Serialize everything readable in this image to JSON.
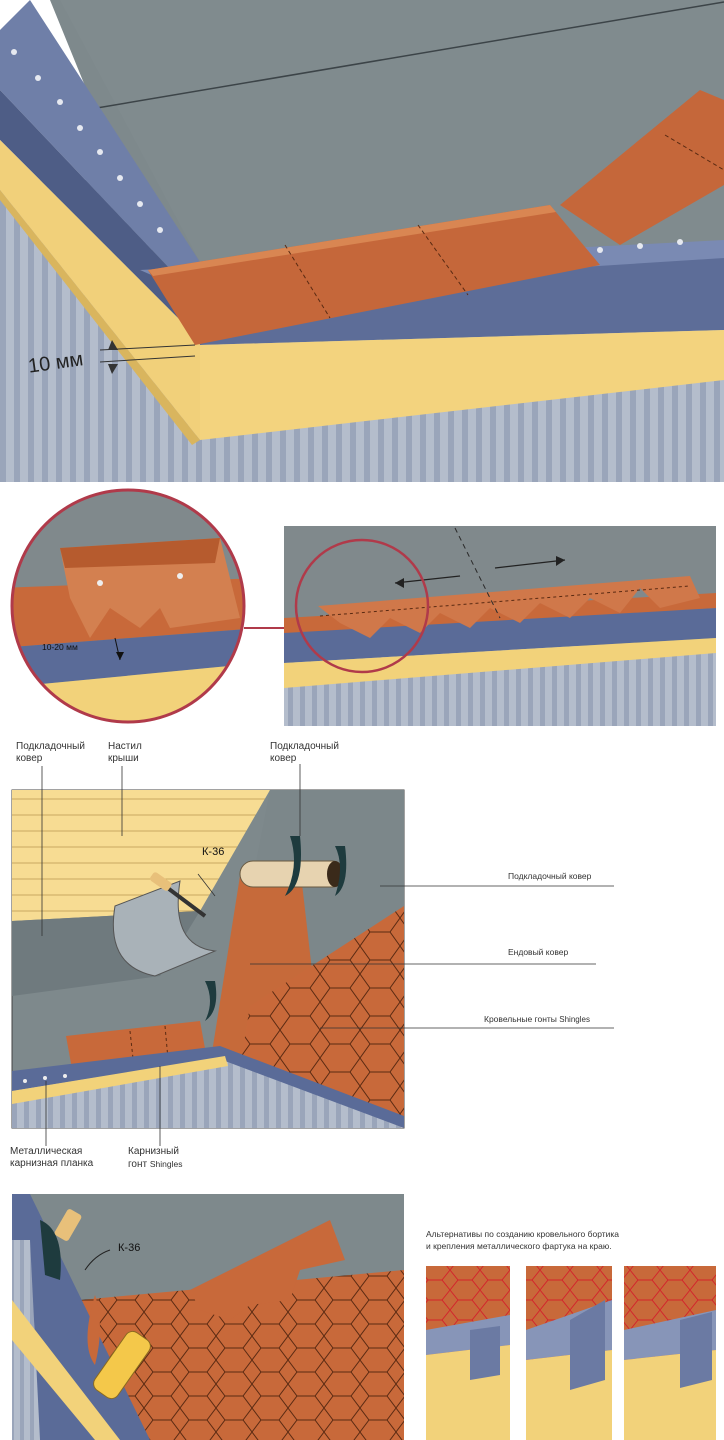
{
  "panel1": {
    "dimension_label": "10 мм"
  },
  "panel2": {
    "dimension_label": "10-20 мм"
  },
  "panel3": {
    "labels": {
      "underlay_top_left_1": "Подкладочный",
      "underlay_top_left_2": "ковер",
      "deck_1": "Настил",
      "deck_2": "крыши",
      "underlay_top_right_1": "Подкладочный",
      "underlay_top_right_2": "ковер",
      "tool_code": "К-36",
      "right_underlay": "Подкладочный ковер",
      "right_valley": "Ендовый ковер",
      "right_shingles": "Кровельные гонты",
      "right_shingles_en": "Shingles",
      "metal_strip_1": "Металлическая",
      "metal_strip_2": "карнизная планка",
      "eave_shingle_1": "Карнизный",
      "eave_shingle_2": "гонт",
      "eave_shingle_en": "Shingles"
    }
  },
  "panel4": {
    "tool_code": "К-36",
    "caption_line1": "Альтернативы по созданию кровельного бортика",
    "caption_line2": "и крепления металлического фартука на краю."
  },
  "colors": {
    "underlay": "#7f8a8d",
    "shingle": "#c8693a",
    "metal": "#5e6f9a",
    "wood": "#f2d27a",
    "wall": "#a8b3c6"
  }
}
